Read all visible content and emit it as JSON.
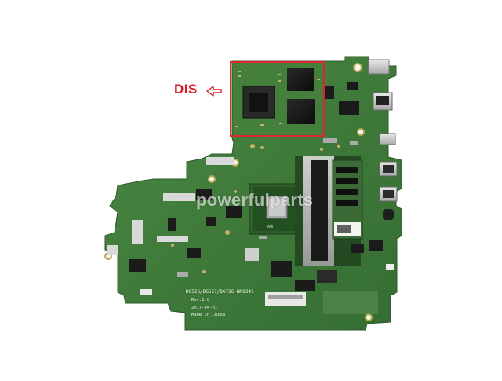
{
  "annotation": {
    "label": "DIS",
    "label_color": "#d81f26",
    "box_color": "#e0262c",
    "arrow": "left-hollow-arrow"
  },
  "watermark": {
    "text": "powerfulparts"
  },
  "board": {
    "pcb_color": "#3f7a3a",
    "silkscreen": {
      "model": "DG526/DG527/DG726 NMB341",
      "rev": "Rev:1.0",
      "date": "2017-04-01",
      "made_in": "Made In China"
    }
  }
}
